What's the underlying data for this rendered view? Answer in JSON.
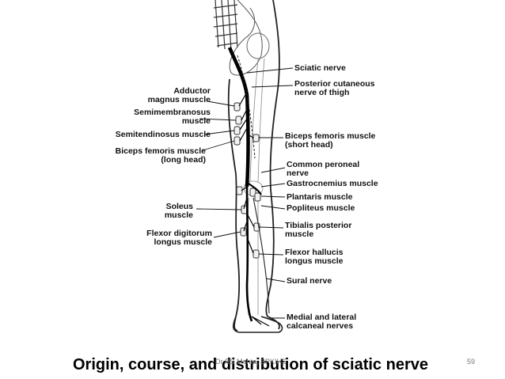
{
  "labels_left": [
    [
      "Adductor",
      "magnus muscle"
    ],
    [
      "Semimembranosus",
      "muscle"
    ],
    [
      "Semitendinosus muscle"
    ],
    [
      "Biceps femoris muscle",
      "(long head)"
    ],
    [
      "Soleus",
      "muscle"
    ],
    [
      "Flexor digitorum",
      "longus muscle"
    ]
  ],
  "labels_right": [
    [
      "Sciatic nerve"
    ],
    [
      "Posterior cutaneous",
      "nerve of thigh"
    ],
    [
      "Biceps femoris muscle",
      "(short head)"
    ],
    [
      "Common peroneal",
      "nerve"
    ],
    [
      "Gastrocnemius muscle"
    ],
    [
      "Plantaris muscle"
    ],
    [
      "Popliteus muscle"
    ],
    [
      "Tibialis posterior",
      "muscle"
    ],
    [
      "Flexor hallucis",
      "longus muscle"
    ],
    [
      "Sural nerve"
    ],
    [
      "Medial and lateral",
      "calcaneal nerves"
    ]
  ],
  "caption": "Origin, course, and distribution of sciatic nerve",
  "footer": "Dr RS Mehta, BPKIHS",
  "slide_number": "59"
}
